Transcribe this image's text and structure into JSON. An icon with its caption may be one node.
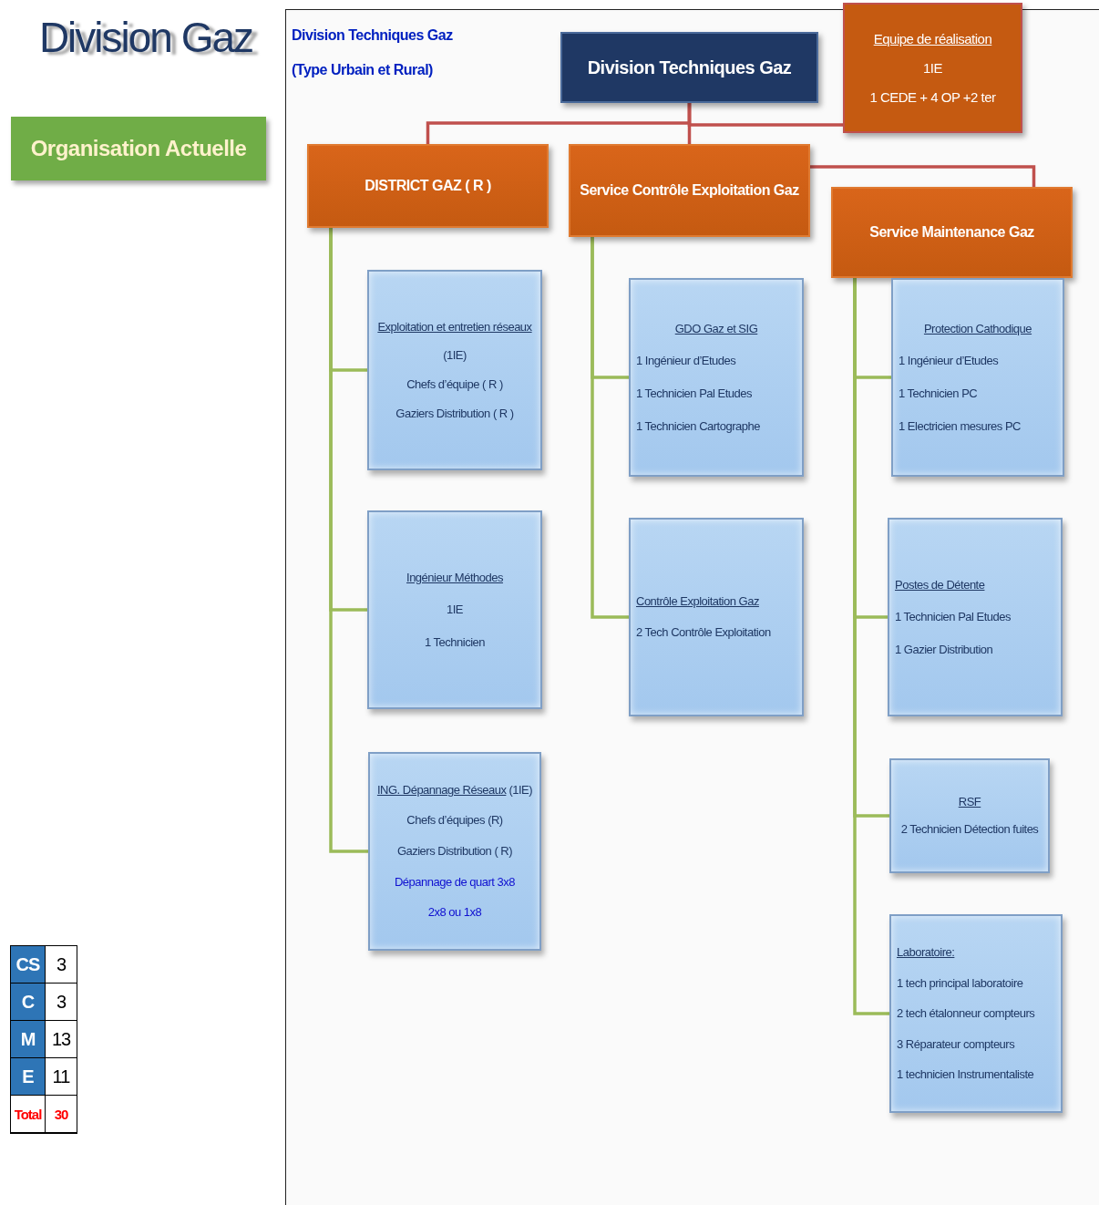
{
  "diagram": {
    "title": "Division Gaz",
    "nodes": [
      {
        "text": [
          "Organisation Actuelle"
        ]
      },
      {
        "text": [
          "Division Techniques Gaz"
        ]
      },
      {
        "text": [
          "Equipe de réalisation",
          "1IE",
          "1 CEDE + 4 OP +2 ter"
        ]
      },
      {
        "text": [
          "DISTRICT GAZ ( R )"
        ]
      },
      {
        "text": [
          "Service Contrôle Exploitation Gaz"
        ]
      },
      {
        "text": [
          "Service Maintenance Gaz"
        ]
      },
      {
        "text": [
          "Exploitation et entretien réseaux",
          "(1IE)",
          "Chefs d’équipe ( R )",
          "Gaziers Distribution ( R )"
        ]
      },
      {
        "text": [
          "Ingénieur Méthodes",
          "1IE",
          "1 Technicien"
        ]
      },
      {
        "text": [
          "ING. Dépannage Réseaux",
          "(1IE)",
          "Chefs d’équipes (R)",
          "Gaziers Distribution ( R)",
          "Dépannage de quart 3x8",
          "2x8 ou 1x8"
        ]
      },
      {
        "text": [
          "GDO Gaz et SIG",
          "1 Ingénieur d’Etudes",
          "1 Technicien Pal Etudes",
          "1 Technicien Cartographe"
        ]
      },
      {
        "text": [
          "Contrôle Exploitation Gaz",
          "2 Tech Contrôle Exploitation"
        ]
      },
      {
        "text": [
          "Protection Cathodique",
          "1 Ingénieur d’Etudes",
          "1 Technicien PC",
          "1 Electricien mesures PC"
        ]
      },
      {
        "text": [
          "Postes de Détente",
          "1 Technicien Pal Etudes",
          "1 Gazier Distribution"
        ]
      },
      {
        "text": [
          "RSF",
          "2 Technicien Détection fuites"
        ]
      },
      {
        "text": [
          "Laboratoire:",
          "1 tech principal laboratoire",
          "2 tech étalonneur compteurs",
          "3 Réparateur compteurs",
          "1 technicien Instrumentaliste"
        ]
      }
    ],
    "edges": [
      {
        "from": 1,
        "to": 3,
        "arrow": "none",
        "color": "#c0504d"
      },
      {
        "from": 1,
        "to": 4,
        "arrow": "none",
        "color": "#c0504d"
      },
      {
        "from": 1,
        "to": 2,
        "arrow": "none",
        "color": "#c0504d"
      },
      {
        "from": 4,
        "to": 5,
        "arrow": "none",
        "color": "#c0504d"
      },
      {
        "from": 3,
        "to": 6,
        "arrow": "none"
      },
      {
        "from": 3,
        "to": 7,
        "arrow": "none"
      },
      {
        "from": 3,
        "to": 8,
        "arrow": "none"
      },
      {
        "from": 4,
        "to": 9,
        "arrow": "none"
      },
      {
        "from": 4,
        "to": 10,
        "arrow": "none"
      },
      {
        "from": 5,
        "to": 11,
        "arrow": "none"
      },
      {
        "from": 5,
        "to": 12,
        "arrow": "none"
      },
      {
        "from": 5,
        "to": 13,
        "arrow": "none"
      },
      {
        "from": 5,
        "to": 14,
        "arrow": "none"
      }
    ],
    "labels": [
      "Division Techniques Gaz",
      "(Type Urbain et Rural)",
      "CS",
      "3",
      "C",
      "3",
      "M",
      "13",
      "E",
      "11",
      "Total",
      "30"
    ]
  }
}
